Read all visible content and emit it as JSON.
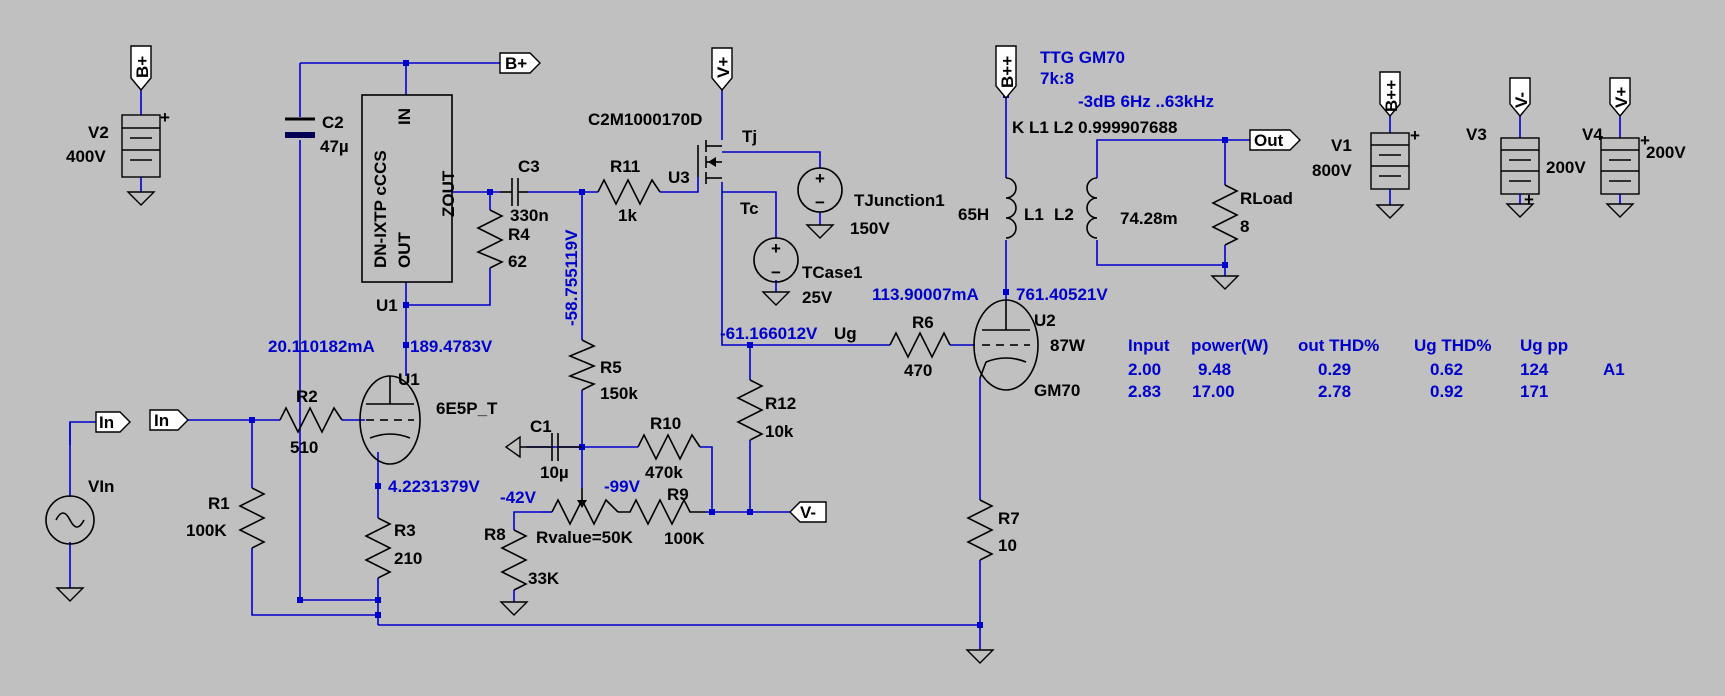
{
  "schematic": {
    "flags": {
      "b_plus_v2": "B+",
      "b_plus_u1": "B+",
      "v_plus_u3": "V+",
      "b_pp_u2": "B++",
      "out": "Out",
      "b_pp_v1": "B++",
      "v_minus_v3": "V-",
      "v_plus_v4": "V+",
      "in_vin": "In",
      "in_r2": "In",
      "v_minus_r9": "V-"
    },
    "components": {
      "v2": {
        "name": "V2",
        "value": "400V"
      },
      "c2": {
        "name": "C2",
        "value": "47µ"
      },
      "ccs": {
        "name": "DN-IXTP cCCS",
        "pin_in": "IN",
        "pin_out": "OUT",
        "pin_zout": "ZOUT",
        "ref": "U1"
      },
      "c3": {
        "name": "C3",
        "value": "330n"
      },
      "r4": {
        "name": "R4",
        "value": "62"
      },
      "r11": {
        "name": "R11",
        "value": "1k"
      },
      "u3": {
        "name": "U3",
        "part": "C2M1000170D",
        "tj": "Tj",
        "tc": "Tc"
      },
      "tjunction": {
        "name": "TJunction1",
        "value": "150V"
      },
      "tcase": {
        "name": "TCase1",
        "value": "25V"
      },
      "r5": {
        "name": "R5",
        "value": "150k"
      },
      "c1": {
        "name": "C1",
        "value": "10µ"
      },
      "r10": {
        "name": "R10",
        "value": "470k"
      },
      "r9": {
        "name": "R9",
        "value": "100K"
      },
      "rpot": {
        "value": "Rvalue=50K"
      },
      "r8": {
        "name": "R8",
        "value": "33K"
      },
      "u1": {
        "name": "U1",
        "part": "6E5P_T"
      },
      "r2": {
        "name": "R2",
        "value": "510"
      },
      "r1": {
        "name": "R1",
        "value": "100K"
      },
      "r3": {
        "name": "R3",
        "value": "210"
      },
      "vin": {
        "name": "VIn"
      },
      "r12": {
        "name": "R12",
        "value": "10k"
      },
      "r6": {
        "name": "R6",
        "value": "470",
        "net": "Ug"
      },
      "u2": {
        "name": "U2",
        "part": "GM70",
        "power": "87W"
      },
      "r7": {
        "name": "R7",
        "value": "10"
      },
      "transformer": {
        "title": "TTG GM70",
        "ratio": "7k:8",
        "bandwidth": "-3dB 6Hz ..63kHz",
        "coupling": "K L1 L2 0.999907688",
        "l1": "L1",
        "l2": "L2",
        "l1_value": "65H",
        "l2_value": "74.28m"
      },
      "rload": {
        "name": "RLoad",
        "value": "8"
      },
      "v1": {
        "name": "V1",
        "value": "800V"
      },
      "v3": {
        "name": "V3",
        "value": "200V"
      },
      "v4": {
        "name": "V4",
        "value": "200V"
      }
    },
    "measurements": {
      "u1_current": "20.110182mA",
      "u1_anode_v": "189.4783V",
      "u1_cathode_v": "4.2231379V",
      "gate_v": "-58.755119V",
      "u3_source_v": "-61.166012V",
      "u2_current": "113.90007mA",
      "u2_anode_v": "761.40521V",
      "pot_v": "-42V",
      "r9_v": "-99V"
    },
    "table": {
      "headers": [
        "Input",
        "power(W)",
        "out THD%",
        "Ug THD%",
        "Ug pp"
      ],
      "rows": [
        [
          "2.00",
          "9.48",
          "0.29",
          "0.62",
          "124"
        ],
        [
          "2.83",
          "17.00",
          "2.78",
          "0.92",
          "171"
        ]
      ],
      "class": "A1"
    },
    "colors": {
      "background": "#c0c0c0",
      "wire": "#0000cc",
      "component": "#000000",
      "measurement": "#0000cc"
    }
  }
}
